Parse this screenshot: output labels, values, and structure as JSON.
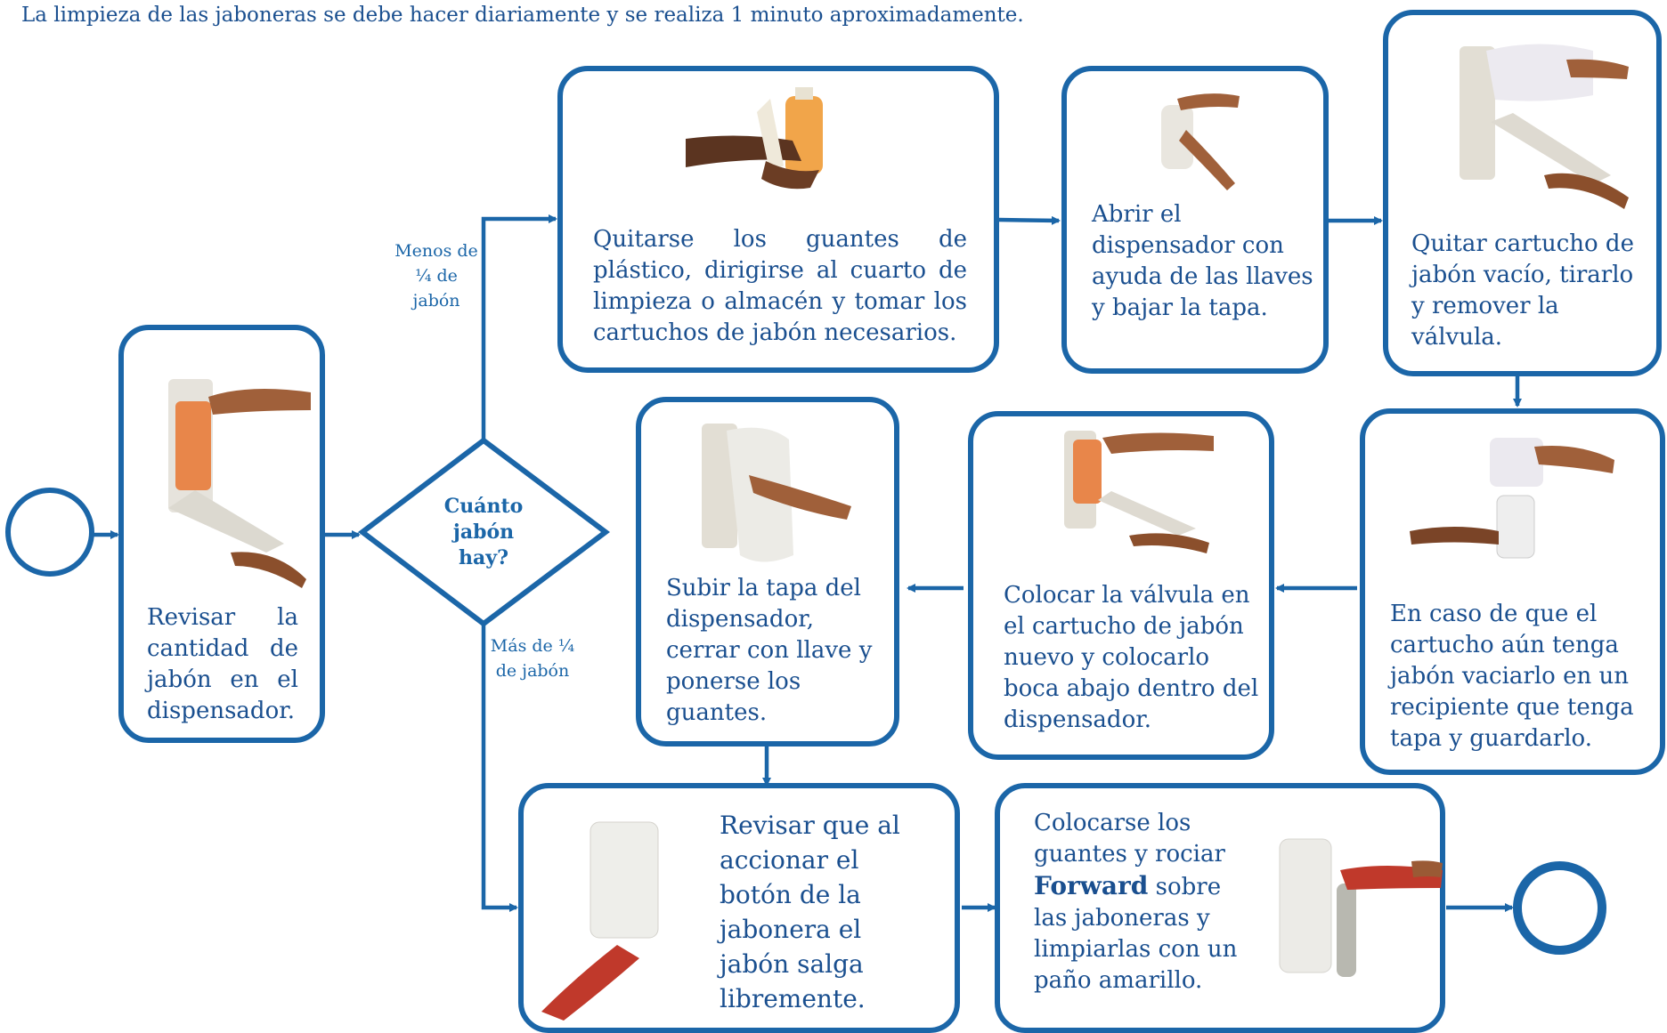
{
  "header": "La limpieza de las jaboneras se debe hacer diariamente y se realiza 1 minuto aproximadamente.",
  "decision": {
    "label": "Cuánto jabón hay?"
  },
  "branches": {
    "less": "Menos de ¼ de jabón",
    "more": "Más de ¼ de jabón"
  },
  "steps": {
    "revisar": "Revisar la cantidad de jabón en el dispensador.",
    "quitarse_guantes": "Quitarse los guantes de plástico, dirigirse al cuarto de limpieza o almacén y tomar los cartuchos de jabón necesarios.",
    "abrir": "Abrir el dispensador con ayuda de las llaves y bajar la tapa.",
    "quitar_cartucho": "Quitar cartucho de jabón vacío, tirarlo y remover la válvula.",
    "vaciar": "En caso de que el cartucho aún tenga jabón vaciarlo en un recipiente que tenga tapa y guardarlo.",
    "colocar_valvula": "Colocar la válvula en el cartucho de jabón nuevo y colocarlo boca abajo dentro del dispensador.",
    "subir_tapa": "Subir la tapa del dispensador, cerrar con llave y ponerse los guantes.",
    "revisar_boton": "Revisar que al accionar el botón de la jabonera el jabón salga libremente.",
    "rociar": {
      "before": "Colocarse los guantes y rociar",
      "bold": "Forward",
      "after": "sobre las jaboneras y limpiarlas con un paño amarillo."
    }
  },
  "colors": {
    "line": "#1b66a8",
    "text": "#1a4f8f"
  }
}
